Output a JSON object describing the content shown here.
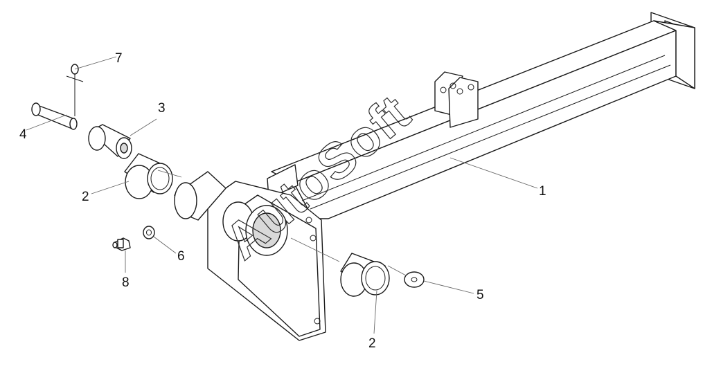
{
  "callouts": [
    {
      "id": "p1",
      "label": "1",
      "part": "beam"
    },
    {
      "id": "p2a",
      "label": "2",
      "part": "bushing-upper"
    },
    {
      "id": "p2b",
      "label": "2",
      "part": "bushing-lower"
    },
    {
      "id": "p3",
      "label": "3",
      "part": "sleeve"
    },
    {
      "id": "p4",
      "label": "4",
      "part": "pin"
    },
    {
      "id": "p5",
      "label": "5",
      "part": "washer-large"
    },
    {
      "id": "p6",
      "label": "6",
      "part": "washer-small"
    },
    {
      "id": "p7",
      "label": "7",
      "part": "cotter-pin"
    },
    {
      "id": "p8",
      "label": "8",
      "part": "grease-nipple"
    }
  ],
  "watermark": "AutoSoft",
  "colors": {
    "line": "#1a1a1a",
    "leader": "#666666",
    "background": "#ffffff"
  }
}
